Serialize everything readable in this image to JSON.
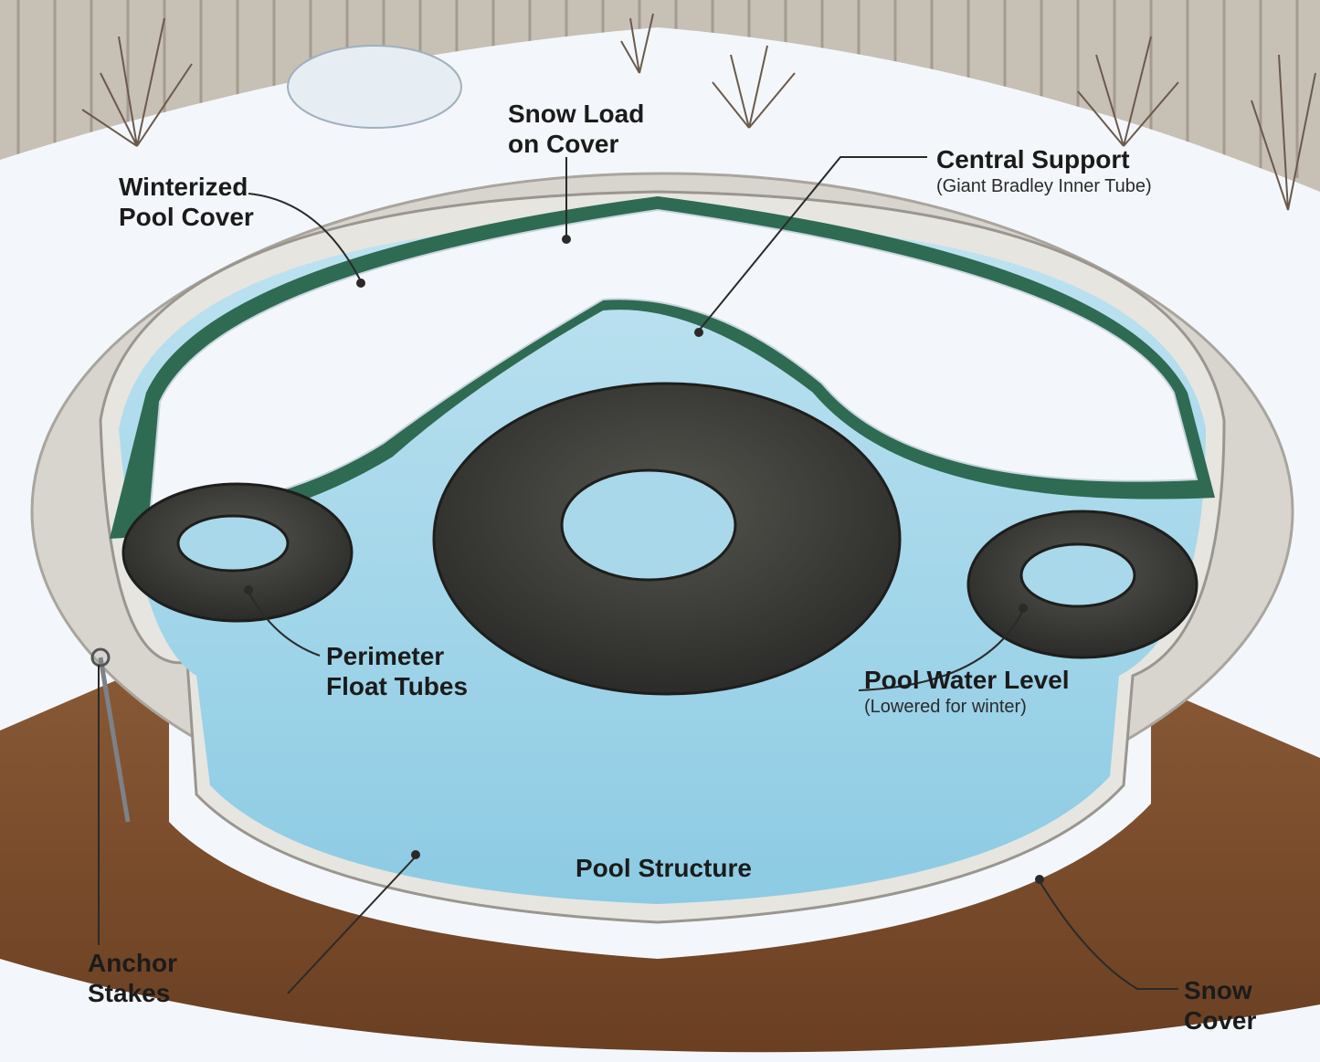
{
  "labels": {
    "snow_load": {
      "line1": "Snow Load",
      "line2": "on Cover"
    },
    "pool_cover": {
      "line1": "Winterized",
      "line2": "Pool Cover"
    },
    "central_support": {
      "title": "Central Support",
      "sub": "(Giant Bradley Inner Tube)"
    },
    "perimeter_tubes": {
      "line1": "Perimeter",
      "line2": "Float Tubes"
    },
    "water_level": {
      "title": "Pool Water Level",
      "sub": "(Lowered for winter)"
    },
    "pool_structure": {
      "title": "Pool Structure"
    },
    "anchor_stakes": {
      "line1": "Anchor",
      "line2": "Stakes"
    },
    "snow_cover": {
      "line1": "Snow",
      "line2": "Cover"
    }
  },
  "colors": {
    "cover_green": "#2e6b52",
    "water_blue": "#a9d8ea",
    "snow_white": "#f3f7fb",
    "soil_brown": "#7a4a2a",
    "tube_black": "#3a3a38",
    "fence_gray": "#b9b2a8",
    "concrete": "#d8d5cf"
  }
}
